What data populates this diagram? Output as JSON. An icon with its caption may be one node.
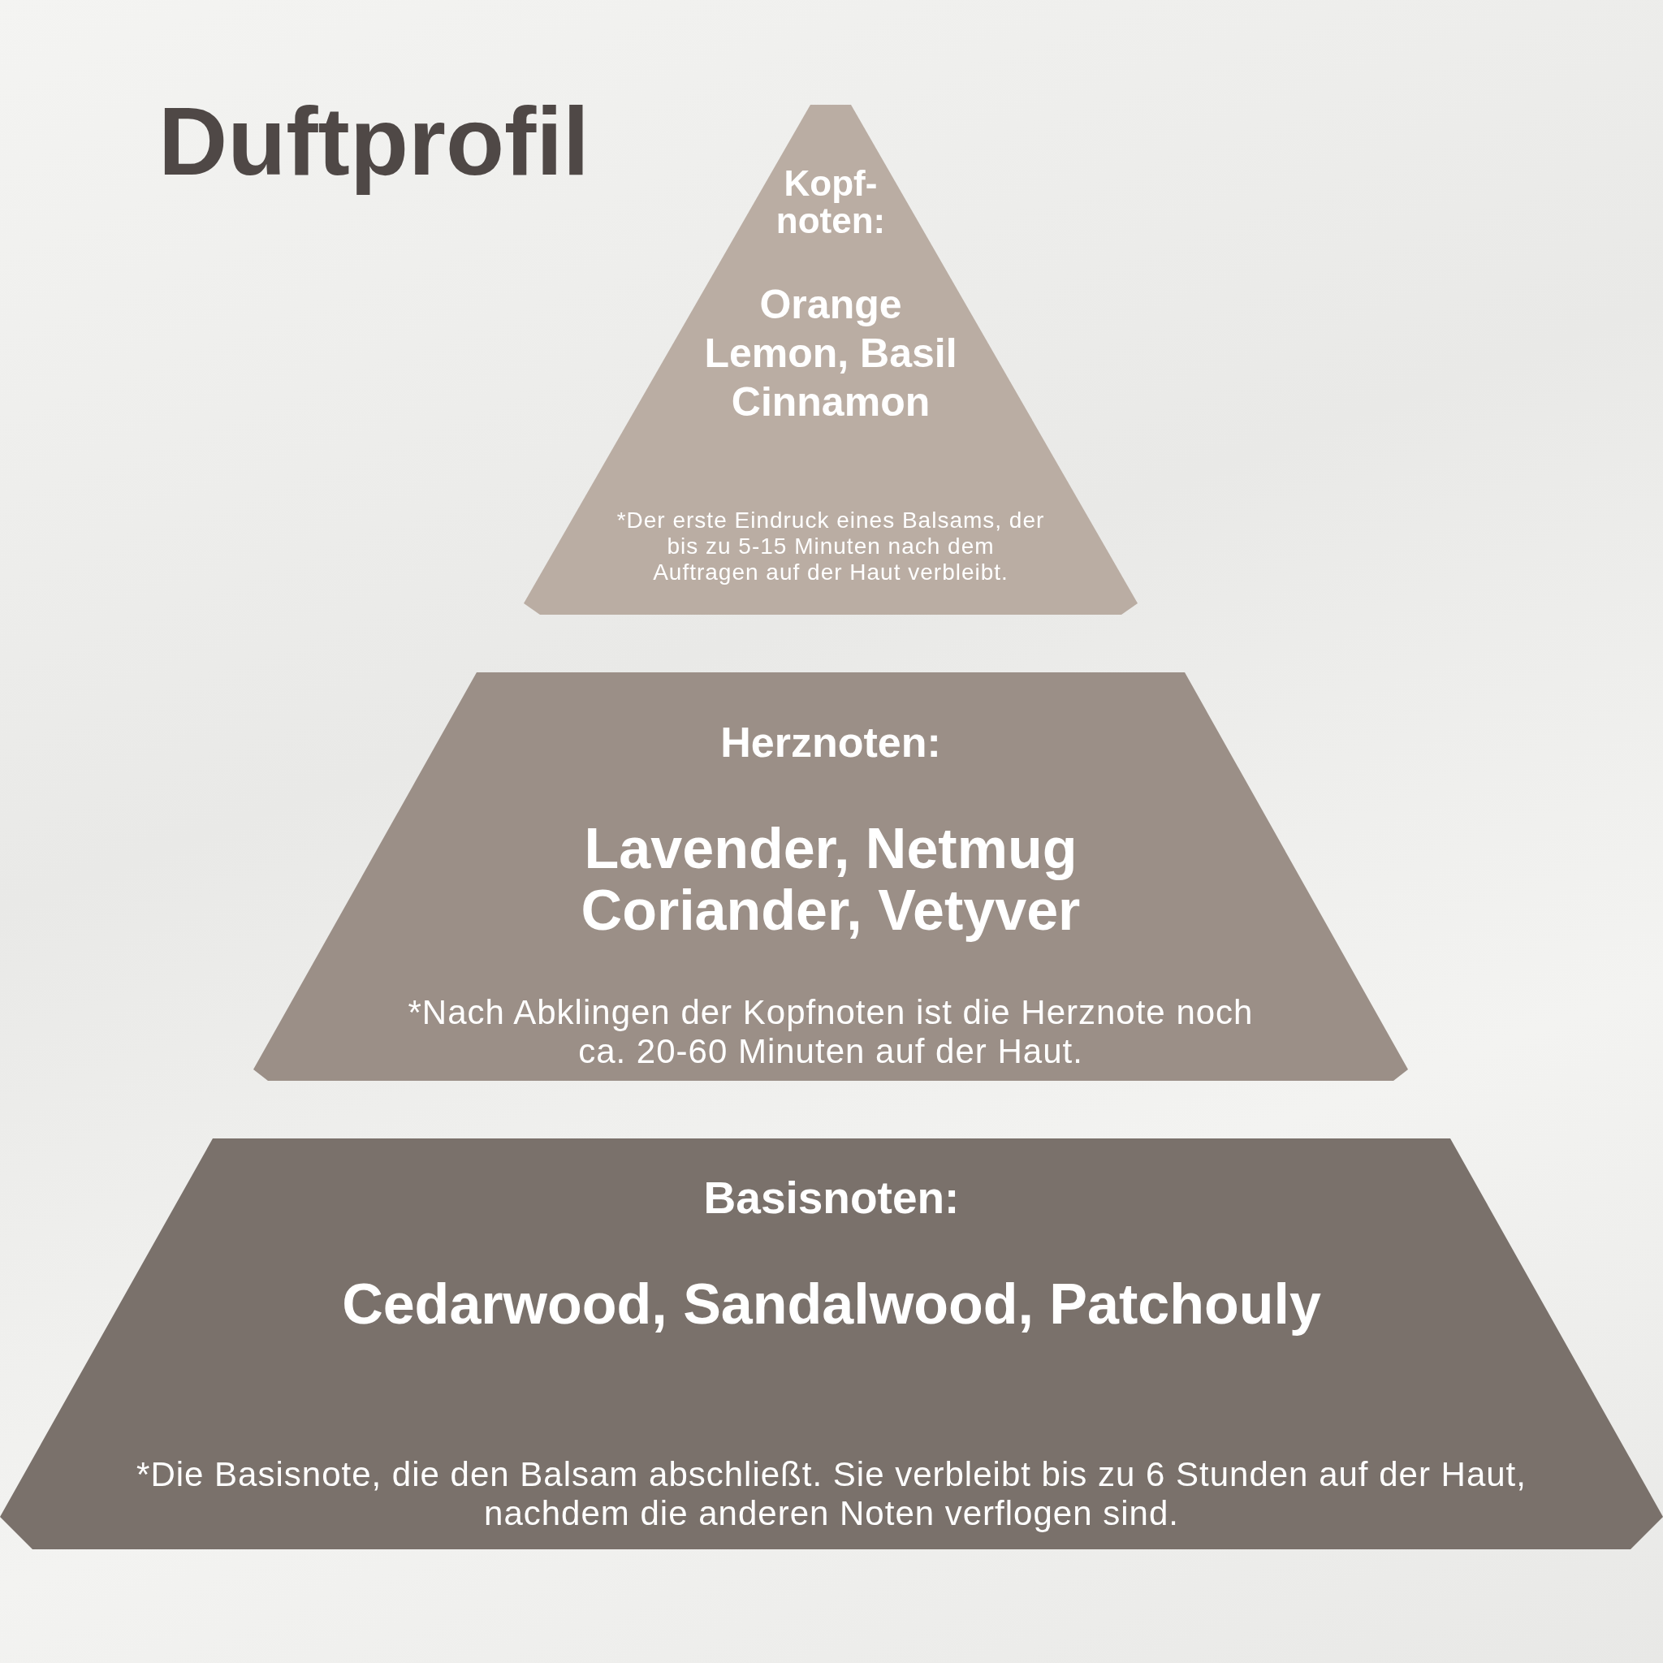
{
  "diagram": {
    "title": "Duftprofil",
    "nodes": [
      {
        "text": [
          "Kopf- noten:",
          "Orange Lemon, Basil Cinnamon",
          "*Der erste Eindruck eines Balsams, der bis zu 5-15 Minuten nach dem Auftragen auf der Haut verbleibt."
        ]
      },
      {
        "text": [
          "Herznoten:",
          "Lavender, Netmug Coriander, Vetyver",
          "*Nach Abklingen der Kopfnoten ist die Herznote noch ca. 20-60 Minuten auf der Haut."
        ]
      },
      {
        "text": [
          "Basisnoten:",
          "Cedarwood, Sandalwood, Patchouly",
          "*Die Basisnote, die den Balsam abschließt. Sie verbleibt bis zu 6 Stunden auf der Haut, nachdem die anderen Noten verflogen sind."
        ]
      }
    ]
  }
}
